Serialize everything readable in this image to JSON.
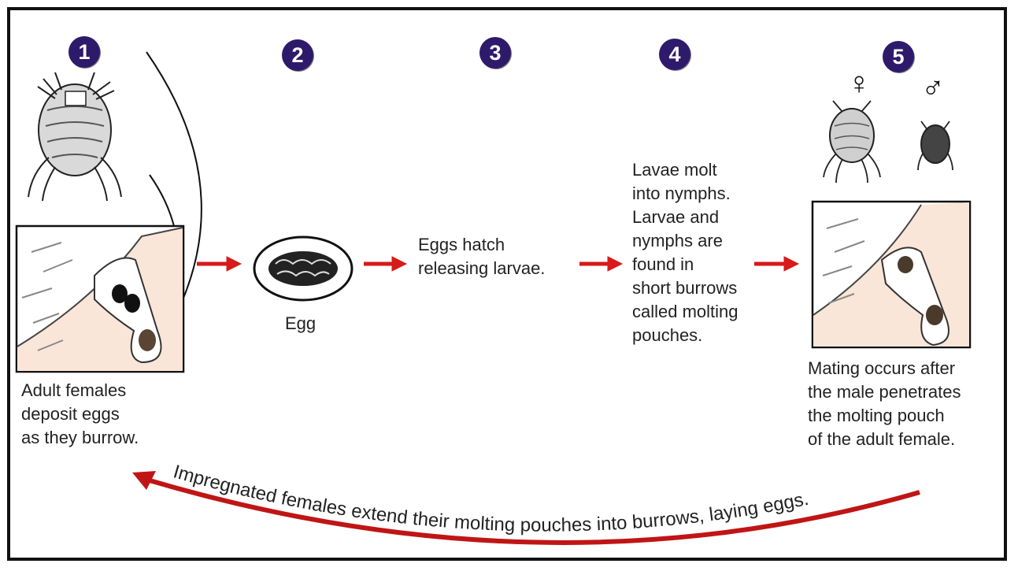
{
  "steps": [
    {
      "number": "1",
      "caption": "Adult females\ndeposit eggs\nas they burrow."
    },
    {
      "number": "2",
      "caption": "Egg"
    },
    {
      "number": "3",
      "caption": "Eggs hatch\nreleasing larvae."
    },
    {
      "number": "4",
      "caption": "Lavae molt\ninto nymphs.\nLarvae and\nnymphs are\nfound in\nshort burrows\ncalled molting\npouches."
    },
    {
      "number": "5",
      "caption": "Mating occurs after\nthe male penetrates\nthe molting pouch\nof the adult female."
    }
  ],
  "symbols": {
    "female": "♀",
    "male": "♂"
  },
  "return_caption": "Impregnated females extend their molting pouches into burrows, laying eggs.",
  "colors": {
    "badge": "#2e1a6b",
    "arrow": "#d81a1a",
    "skin": "#f9e6d8",
    "frame": "#111111"
  }
}
